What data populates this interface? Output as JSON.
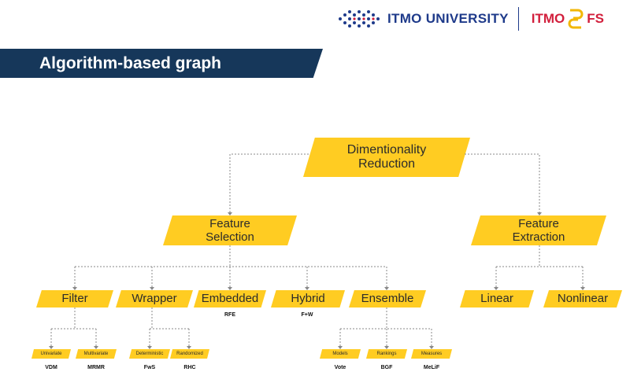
{
  "header": {
    "university": "ITMO UNIVERSITY",
    "project_left": "ITMO",
    "project_right": "FS",
    "brand_blue": "#1e3a8a",
    "brand_red": "#d21f3c"
  },
  "section_title": "Algorithm-based graph",
  "colors": {
    "banner": "#16375a",
    "node_fill": "#ffcc22",
    "connector": "#888888"
  },
  "diagram": {
    "root": {
      "line1": "Dimentionality",
      "line2": "Reduction"
    },
    "feature_selection": {
      "line1": "Feature",
      "line2": "Selection"
    },
    "feature_extraction": {
      "line1": "Feature",
      "line2": "Extraction"
    },
    "methods": {
      "filter": "Filter",
      "wrapper": "Wrapper",
      "embedded": "Embedded",
      "hybrid": "Hybrid",
      "ensemble": "Ensemble",
      "linear": "Linear",
      "nonlinear": "Nonlinear"
    },
    "method_examples": {
      "embedded": "RFE",
      "hybrid": "F+W"
    },
    "subtypes": {
      "univariate": "Univariate",
      "multivariate": "Multivariate",
      "deterministic": "Deterministic",
      "randomized": "Randomized",
      "models": "Models",
      "rankings": "Rankings",
      "measures": "Measures"
    },
    "examples": {
      "univariate": "VDM",
      "multivariate": "MRMR",
      "deterministic": "FwS",
      "randomized": "RHC",
      "models": "Vote",
      "rankings": "BGF",
      "measures": "MeLiF"
    }
  }
}
